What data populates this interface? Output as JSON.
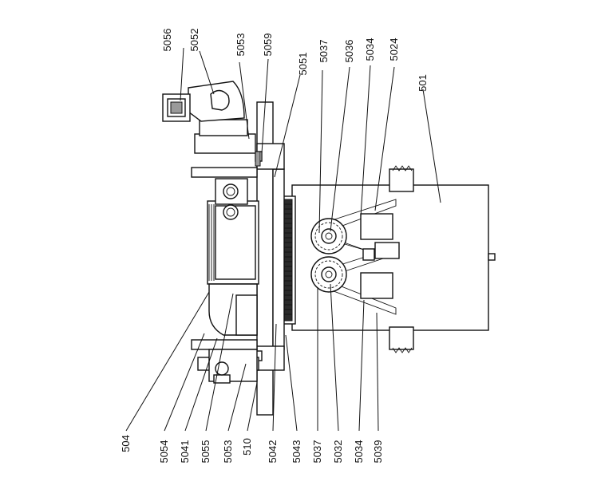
{
  "labels_top": [
    {
      "id": "l5056",
      "text": "5056"
    },
    {
      "id": "l5052",
      "text": "5052"
    },
    {
      "id": "l5053t",
      "text": "5053"
    },
    {
      "id": "l5059",
      "text": "5059"
    },
    {
      "id": "l5051",
      "text": "5051"
    },
    {
      "id": "l5037t",
      "text": "5037"
    },
    {
      "id": "l5036",
      "text": "5036"
    },
    {
      "id": "l5034t",
      "text": "5034"
    },
    {
      "id": "l5024",
      "text": "5024"
    }
  ],
  "label_501": "501",
  "labels_bottom": [
    {
      "id": "l504",
      "text": "504"
    },
    {
      "id": "l5054",
      "text": "5054"
    },
    {
      "id": "l5041",
      "text": "5041"
    },
    {
      "id": "l5055",
      "text": "5055"
    },
    {
      "id": "l5053b",
      "text": "5053"
    },
    {
      "id": "l510",
      "text": "510"
    },
    {
      "id": "l5042",
      "text": "5042"
    },
    {
      "id": "l5043",
      "text": "5043"
    },
    {
      "id": "l5037b",
      "text": "5037"
    },
    {
      "id": "l5032",
      "text": "5032"
    },
    {
      "id": "l5034b",
      "text": "5034"
    },
    {
      "id": "l5039",
      "text": "5039"
    }
  ]
}
